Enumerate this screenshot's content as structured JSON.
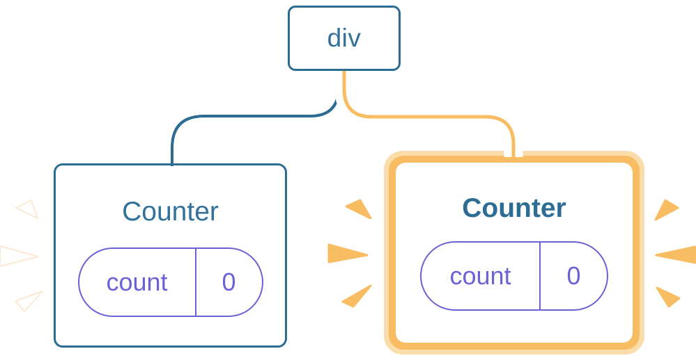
{
  "diagram": {
    "root_node": {
      "label": "div"
    },
    "children": [
      {
        "title": "Counter",
        "state": {
          "key": "count",
          "value": "0"
        },
        "highlighted": false
      },
      {
        "title": "Counter",
        "state": {
          "key": "count",
          "value": "0"
        },
        "highlighted": true
      }
    ],
    "colors": {
      "blue": "#2b6c94",
      "blue_text": "#31719b",
      "purple": "#6b62d8",
      "orange": "#f8bc62",
      "peach": "#fbdcab",
      "white": "#ffffff"
    }
  }
}
